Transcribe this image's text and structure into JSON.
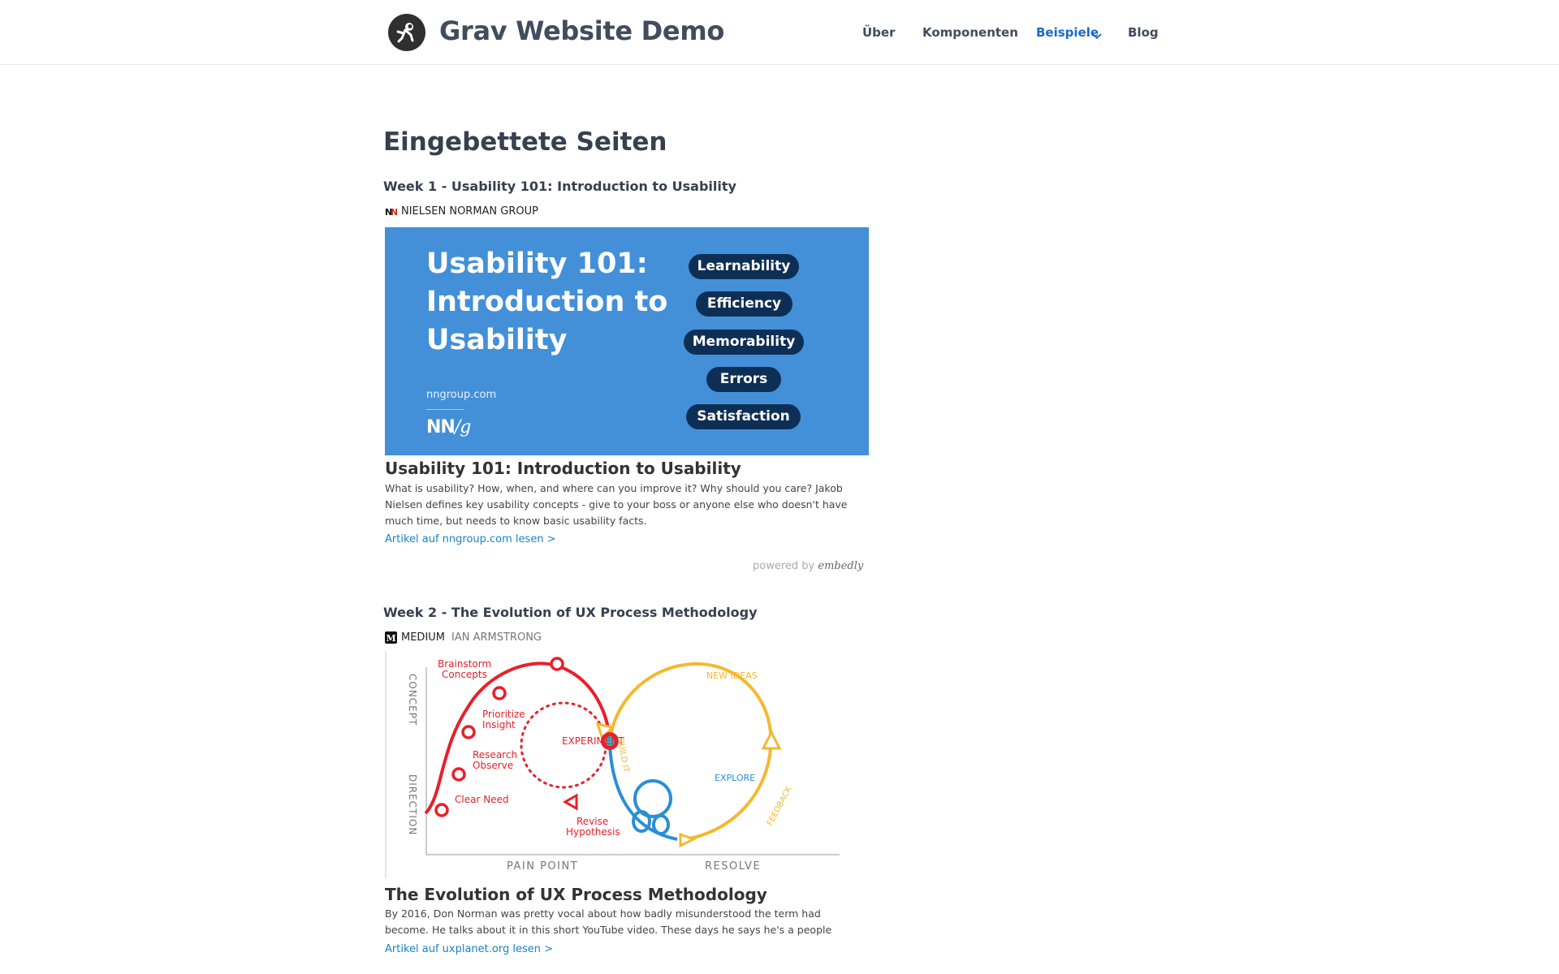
{
  "site": {
    "title": "Grav Website Demo",
    "logo_icon": "astronaut-logo-icon"
  },
  "nav": {
    "items": [
      {
        "label": "Über"
      },
      {
        "label": "Komponenten"
      },
      {
        "label": "Beispiele",
        "active": true
      },
      {
        "label": "Blog"
      }
    ],
    "dropdown_icon": "chevron-down-icon"
  },
  "page": {
    "title": "Eingebettete Seiten"
  },
  "embeds": [
    {
      "heading": "Week 1 - Usability 101: Introduction to Usability",
      "provider": "NIELSEN NORMAN GROUP",
      "provider_icon": "nng-favicon-icon",
      "image": {
        "title": "Usability 101: Introduction to Usability",
        "domain": "nngroup.com",
        "mark_nn": "NN",
        "mark_g": "/g",
        "pills": [
          "Learnability",
          "Efficiency",
          "Memorability",
          "Errors",
          "Satisfaction"
        ],
        "background": "#4390d8",
        "pill_color": "#0e2f55"
      },
      "title": "Usability 101: Introduction to Usability",
      "description": "What is usability? How, when, and where can you improve it? Why should you care? Jakob Nielsen defines key usability concepts - give to your boss or anyone else who doesn't have much time, but needs to know basic usability facts.",
      "link": "Artikel auf nngroup.com lesen >",
      "powered_prefix": "powered by",
      "powered_brand": "embedly"
    },
    {
      "heading": "Week 2 - The Evolution of UX Process Methodology",
      "provider": "MEDIUM",
      "author": "IAN ARMSTRONG",
      "provider_icon": "medium-favicon-icon",
      "diagram": {
        "y_axis_top": "CONCEPT",
        "y_axis_bottom": "DIRECTION",
        "x_axis_left": "PAIN POINT",
        "x_axis_right": "RESOLVE",
        "red_steps": [
          "Brainstorm",
          "Concepts",
          "Prioritize",
          "Insight",
          "Research",
          "Observe",
          "Clear Need"
        ],
        "experiment": "EXPERIMENT",
        "revise": [
          "Revise",
          "Hypothesis"
        ],
        "new_ideas": "NEW IDEAS",
        "build_it": "BUILD IT",
        "explore": "EXPLORE",
        "feedback": "FEEDBACK",
        "red": "#e8202a",
        "yellow": "#f5b82e",
        "blue": "#2b8fd4"
      },
      "title": "The Evolution of UX Process Methodology",
      "description": "By 2016, Don Norman was pretty vocal about how badly misunderstood the term had become. He talks about it in this short YouTube video. These days he says he's a people designer (apologies, I've...",
      "link": "Artikel auf uxplanet.org lesen >"
    }
  ]
}
